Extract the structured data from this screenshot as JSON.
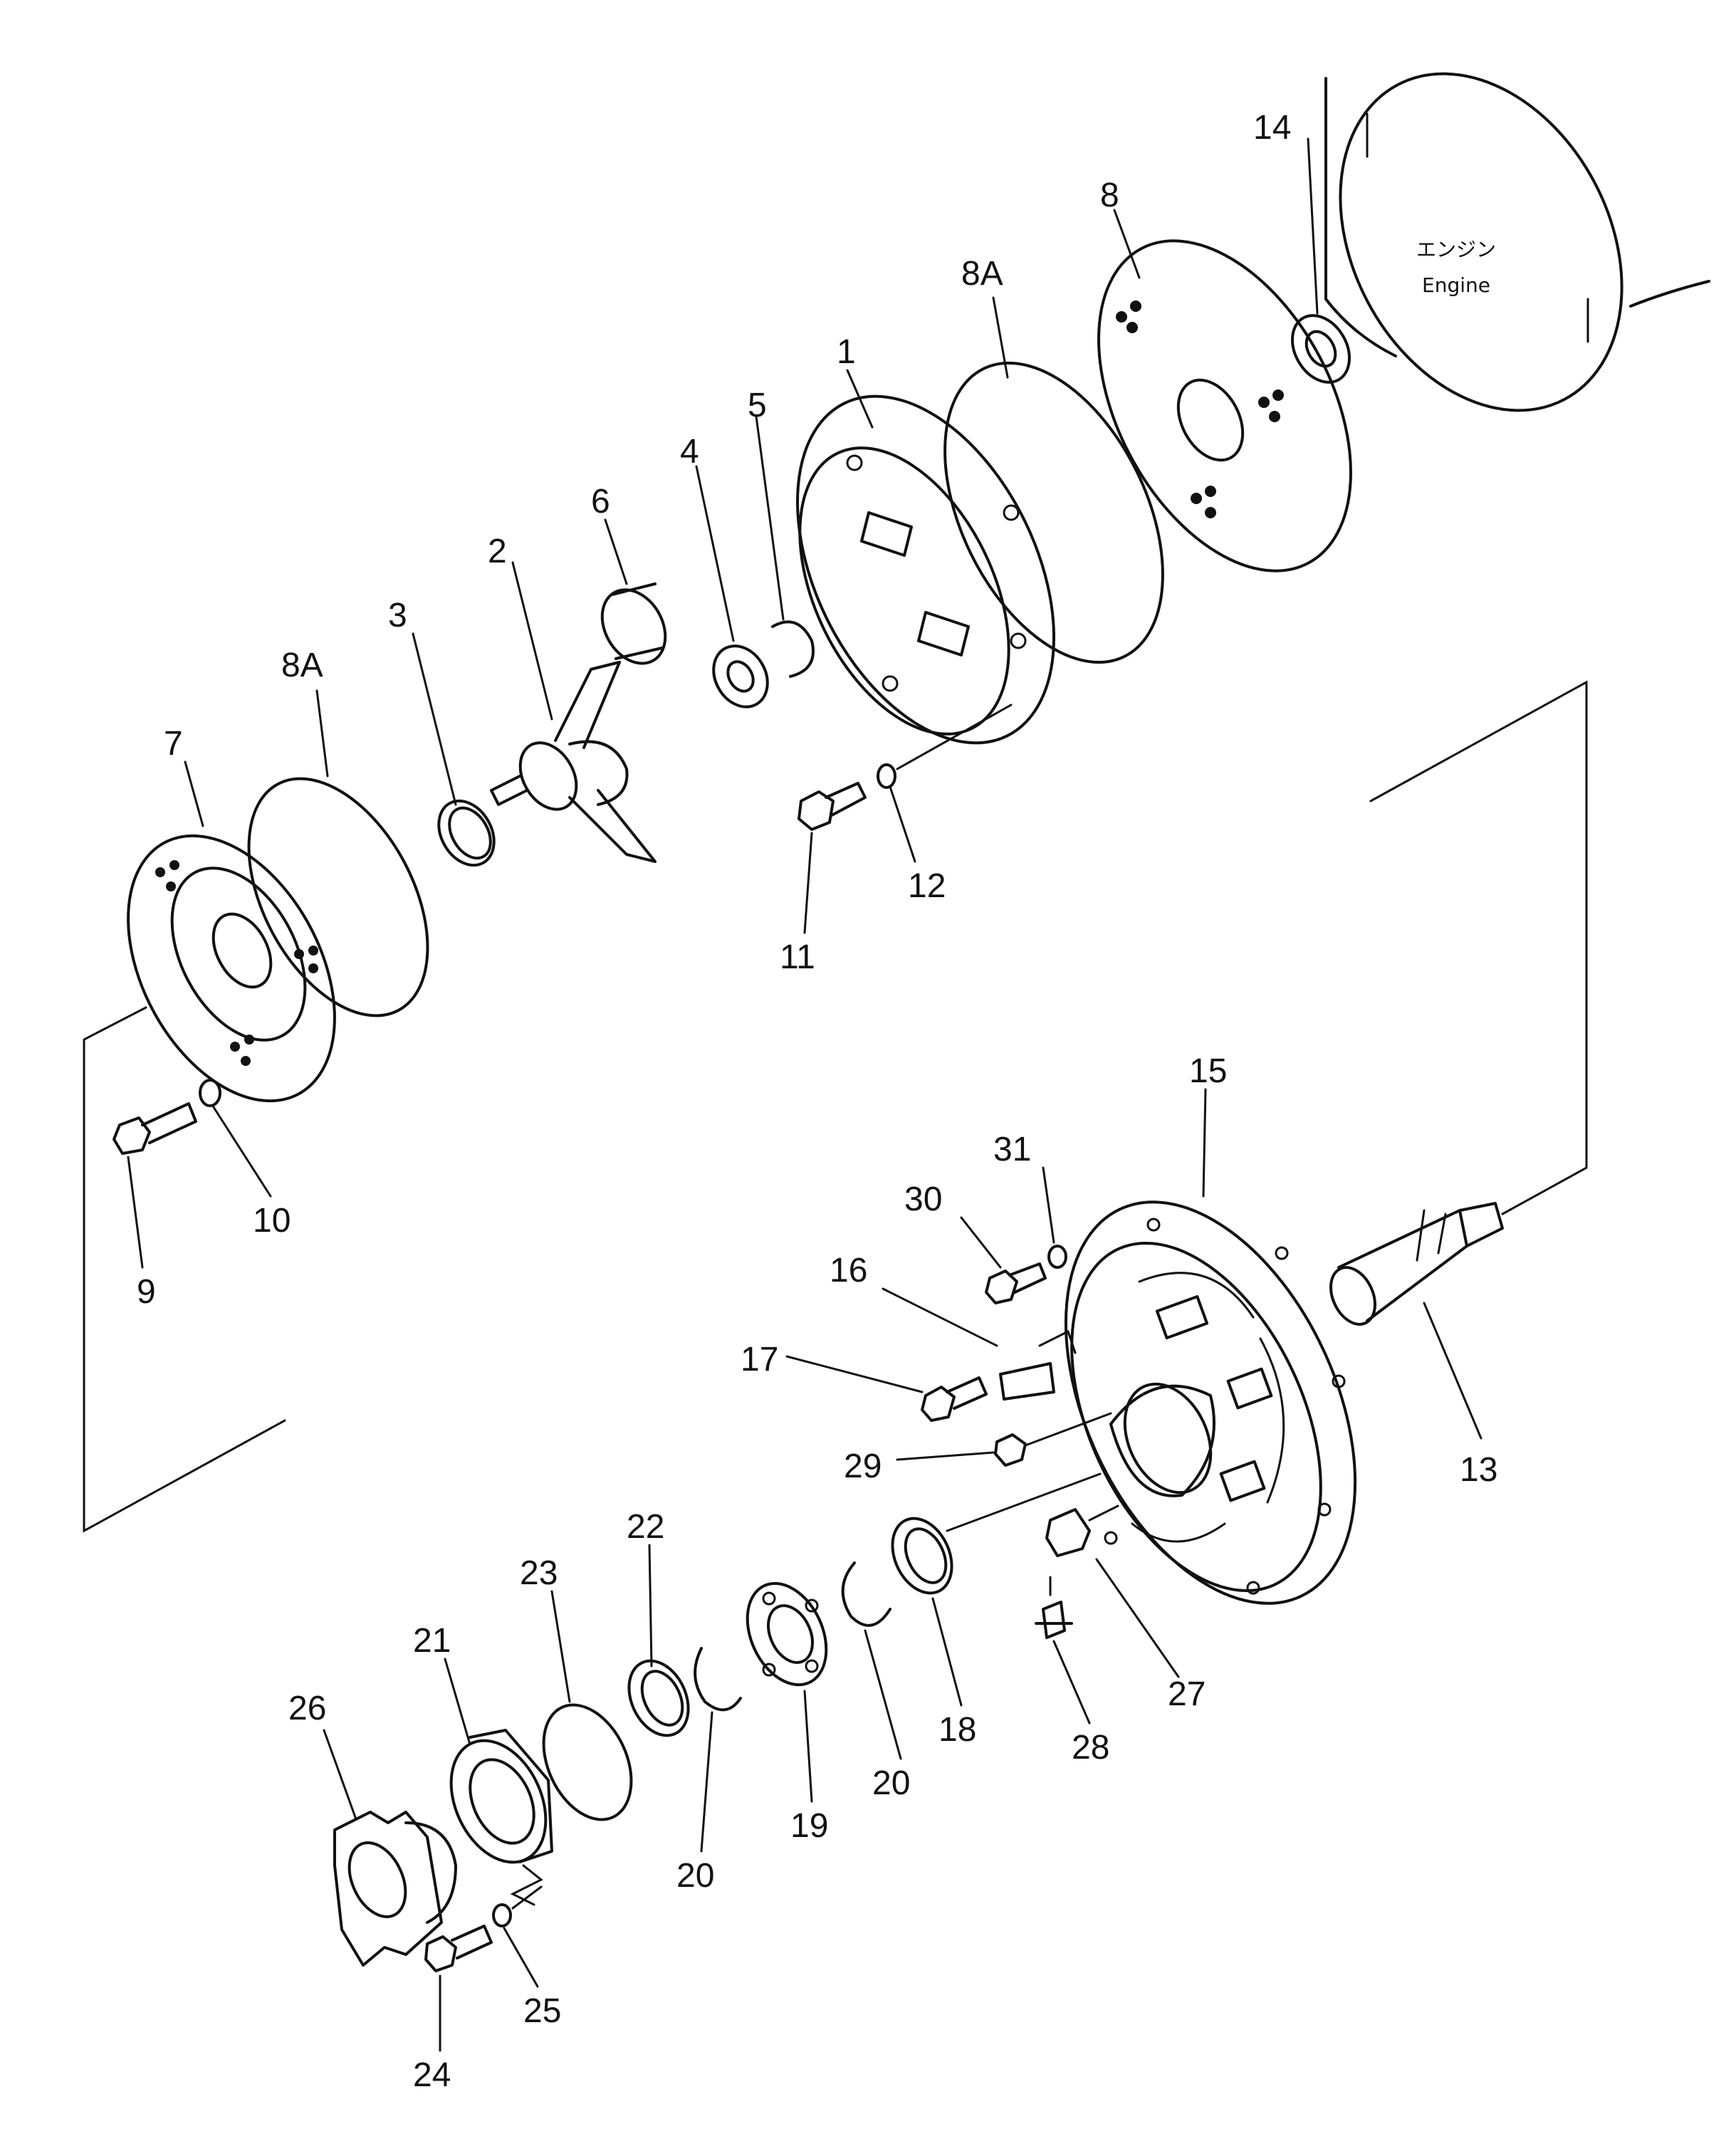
{
  "engine": {
    "label_jp": "エンジン",
    "label_en": "Engine"
  },
  "parts": [
    {
      "id": "p1",
      "label": "1"
    },
    {
      "id": "p2",
      "label": "2"
    },
    {
      "id": "p3",
      "label": "3"
    },
    {
      "id": "p4",
      "label": "4"
    },
    {
      "id": "p5",
      "label": "5"
    },
    {
      "id": "p6",
      "label": "6"
    },
    {
      "id": "p7",
      "label": "7"
    },
    {
      "id": "p8",
      "label": "8"
    },
    {
      "id": "p8a_top",
      "label": "8A"
    },
    {
      "id": "p8a_left",
      "label": "8A"
    },
    {
      "id": "p9",
      "label": "9"
    },
    {
      "id": "p10",
      "label": "10"
    },
    {
      "id": "p11",
      "label": "11"
    },
    {
      "id": "p12",
      "label": "12"
    },
    {
      "id": "p13",
      "label": "13"
    },
    {
      "id": "p14",
      "label": "14"
    },
    {
      "id": "p15",
      "label": "15"
    },
    {
      "id": "p16",
      "label": "16"
    },
    {
      "id": "p17",
      "label": "17"
    },
    {
      "id": "p18",
      "label": "18"
    },
    {
      "id": "p19",
      "label": "19"
    },
    {
      "id": "p20a",
      "label": "20"
    },
    {
      "id": "p20b",
      "label": "20"
    },
    {
      "id": "p21",
      "label": "21"
    },
    {
      "id": "p22",
      "label": "22"
    },
    {
      "id": "p23",
      "label": "23"
    },
    {
      "id": "p24",
      "label": "24"
    },
    {
      "id": "p25",
      "label": "25"
    },
    {
      "id": "p26",
      "label": "26"
    },
    {
      "id": "p27",
      "label": "27"
    },
    {
      "id": "p28",
      "label": "28"
    },
    {
      "id": "p29",
      "label": "29"
    },
    {
      "id": "p30",
      "label": "30"
    },
    {
      "id": "p31",
      "label": "31"
    }
  ]
}
